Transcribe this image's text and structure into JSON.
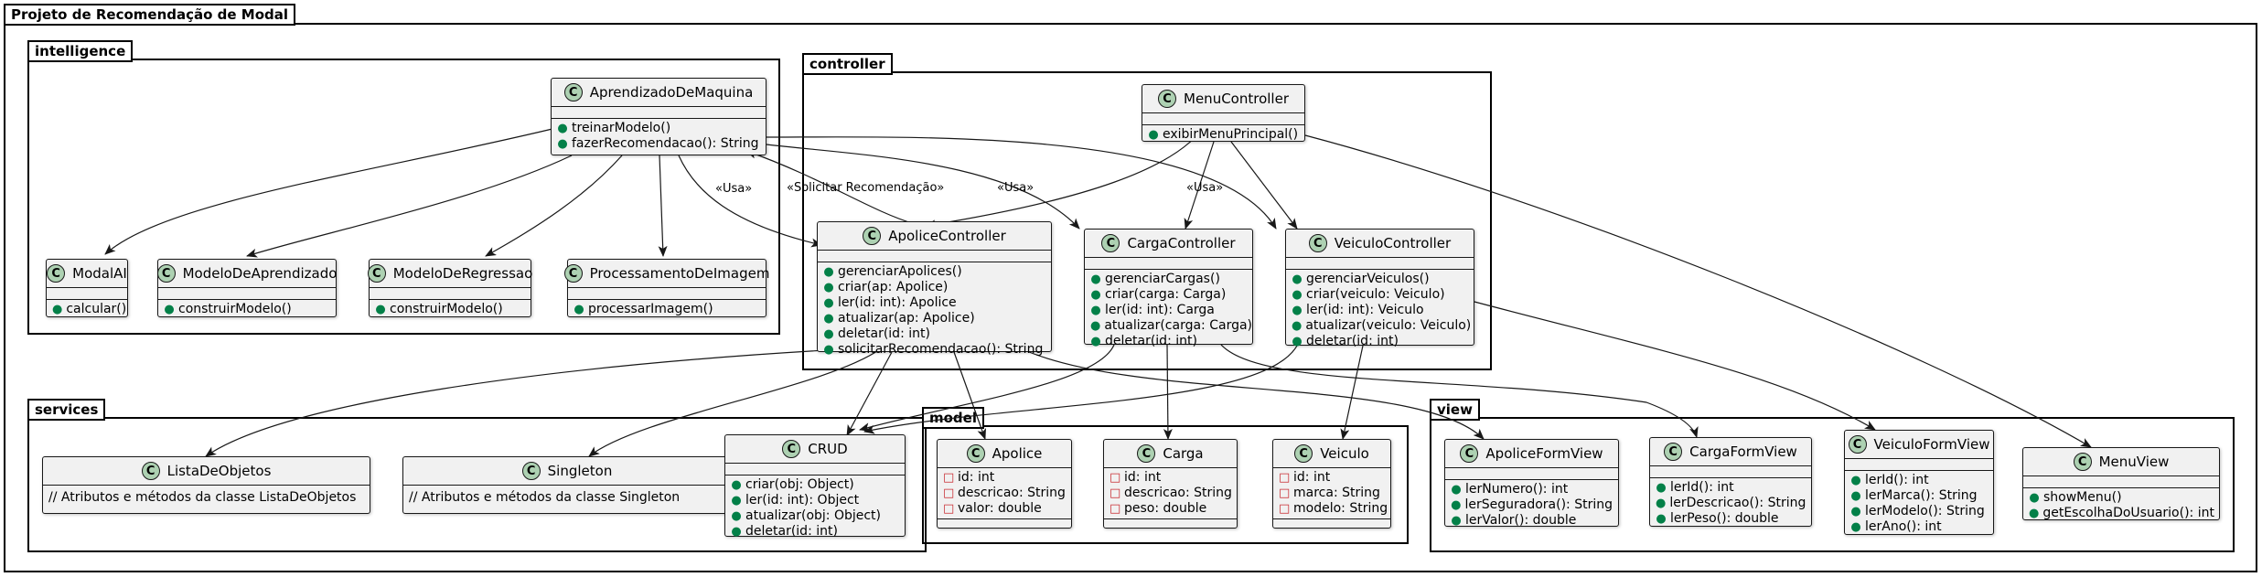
{
  "packages": {
    "outer": "Projeto de Recomendação de Modal",
    "intelligence": "intelligence",
    "controller": "controller",
    "services": "services",
    "model": "model",
    "view": "view"
  },
  "class_icon": "C",
  "classes": {
    "aprendizado": {
      "name": "AprendizadoDeMaquina",
      "methods": [
        "treinarModelo()",
        "fazerRecomendacao(): String"
      ]
    },
    "modalai": {
      "name": "ModalAI",
      "methods": [
        "calcular()"
      ]
    },
    "modeloaprendizado": {
      "name": "ModeloDeAprendizado",
      "methods": [
        "construirModelo()"
      ]
    },
    "modeloregressao": {
      "name": "ModeloDeRegressao",
      "methods": [
        "construirModelo()"
      ]
    },
    "processamento": {
      "name": "ProcessamentoDeImagem",
      "methods": [
        "processarImagem()"
      ]
    },
    "menucontroller": {
      "name": "MenuController",
      "methods": [
        "exibirMenuPrincipal()"
      ]
    },
    "apolicecontroller": {
      "name": "ApoliceController",
      "methods": [
        "gerenciarApolices()",
        "criar(ap: Apolice)",
        "ler(id: int): Apolice",
        "atualizar(ap: Apolice)",
        "deletar(id: int)",
        "solicitarRecomendacao(): String"
      ]
    },
    "cargacontroller": {
      "name": "CargaController",
      "methods": [
        "gerenciarCargas()",
        "criar(carga: Carga)",
        "ler(id: int): Carga",
        "atualizar(carga: Carga)",
        "deletar(id: int)"
      ]
    },
    "veiculocontroller": {
      "name": "VeiculoController",
      "methods": [
        "gerenciarVeiculos()",
        "criar(veiculo: Veiculo)",
        "ler(id: int): Veiculo",
        "atualizar(veiculo: Veiculo)",
        "deletar(id: int)"
      ]
    },
    "listadeobjetos": {
      "name": "ListaDeObjetos",
      "note": "// Atributos e métodos da classe ListaDeObjetos"
    },
    "singleton": {
      "name": "Singleton",
      "note": "// Atributos e métodos da classe Singleton"
    },
    "crud": {
      "name": "CRUD",
      "methods": [
        "criar(obj: Object)",
        "ler(id: int): Object",
        "atualizar(obj: Object)",
        "deletar(id: int)"
      ]
    },
    "apolice": {
      "name": "Apolice",
      "attributes": [
        "id: int",
        "descricao: String",
        "valor: double"
      ]
    },
    "carga": {
      "name": "Carga",
      "attributes": [
        "id: int",
        "descricao: String",
        "peso: double"
      ]
    },
    "veiculo": {
      "name": "Veiculo",
      "attributes": [
        "id: int",
        "marca: String",
        "modelo: String"
      ]
    },
    "apoliceformview": {
      "name": "ApoliceFormView",
      "methods": [
        "lerNumero(): int",
        "lerSeguradora(): String",
        "lerValor(): double"
      ]
    },
    "cargaformview": {
      "name": "CargaFormView",
      "methods": [
        "lerId(): int",
        "lerDescricao(): String",
        "lerPeso(): double"
      ]
    },
    "veiculoformview": {
      "name": "VeiculoFormView",
      "methods": [
        "lerId(): int",
        "lerMarca(): String",
        "lerModelo(): String",
        "lerAno(): int"
      ]
    },
    "menuview": {
      "name": "MenuView",
      "methods": [
        "showMenu()",
        "getEscolhaDoUsuario(): int"
      ]
    }
  },
  "edge_labels": {
    "usa_apolice": "«Usa»",
    "solicitar": "«Solicitar Recomendação»",
    "usa_carga": "«Usa»",
    "usa_veiculo": "«Usa»"
  },
  "colors": {
    "class_fill": "#f1f1f1",
    "class_icon_fill": "#add1b2",
    "public_marker": "#038048",
    "private_marker": "#c82930",
    "line": "#181818"
  }
}
